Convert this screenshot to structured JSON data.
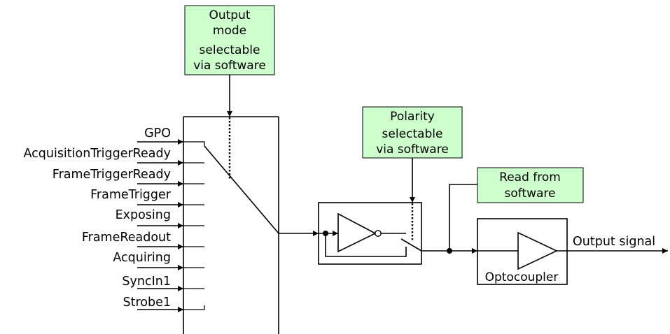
{
  "inputs": [
    "GPO",
    "AcquisitionTriggerReady",
    "FrameTriggerReady",
    "FrameTrigger",
    "Exposing",
    "FrameReadout",
    "Acquiring",
    "SyncIn1",
    "Strobe1"
  ],
  "boxes": {
    "output_mode": [
      "Output",
      "mode",
      "selectable",
      "via software"
    ],
    "polarity": [
      "Polarity",
      "selectable",
      "via software"
    ],
    "read": [
      "Read from",
      "software"
    ]
  },
  "optocoupler_label": "Optocoupler",
  "output_signal_label": "Output signal",
  "colors": {
    "box_fill": "#ccffcc",
    "line": "#000000"
  }
}
